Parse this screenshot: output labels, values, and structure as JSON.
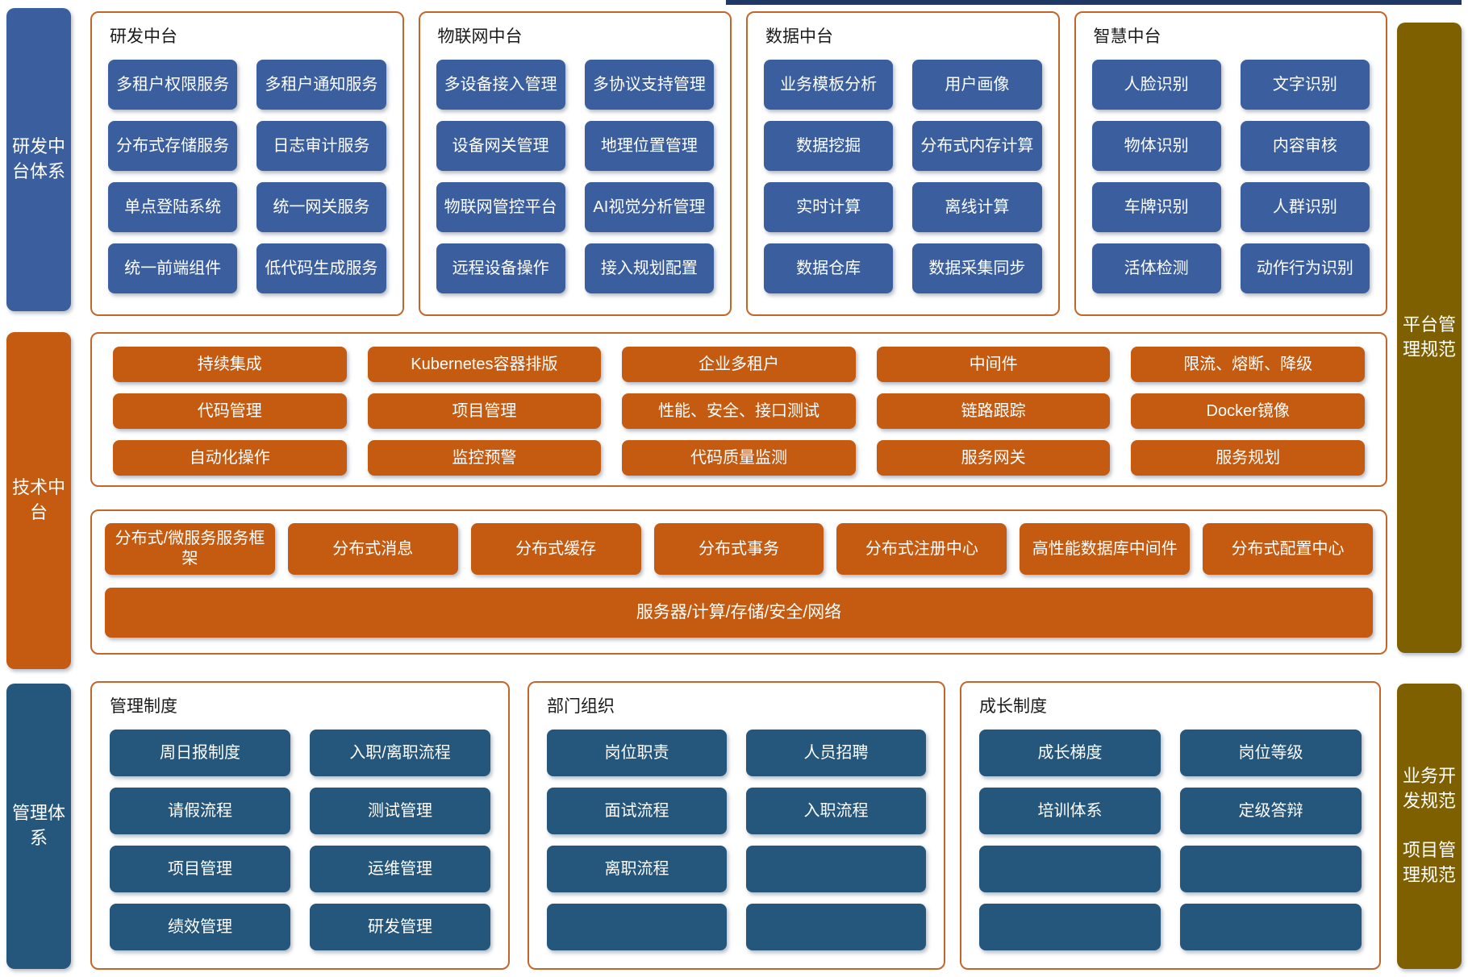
{
  "colors": {
    "blue": "#3B5F9E",
    "dark_blue": "#25567B",
    "orange": "#C55A11",
    "olive": "#7F6000",
    "navy_top_line": "#1F3864",
    "group_border": "#C4662A"
  },
  "left_rail": {
    "dev": "研发中台体系",
    "tech": "技术中台",
    "mgmt": "管理体系"
  },
  "right_rail": {
    "platform": "平台管理规范",
    "business": "业务开发规范",
    "project": "项目管理规范"
  },
  "top_groups": [
    {
      "title": "研发中台",
      "items": [
        "多租户权限服务",
        "多租户通知服务",
        "分布式存储服务",
        "日志审计服务",
        "单点登陆系统",
        "统一网关服务",
        "统一前端组件",
        "低代码生成服务"
      ]
    },
    {
      "title": "物联网中台",
      "items": [
        "多设备接入管理",
        "多协议支持管理",
        "设备网关管理",
        "地理位置管理",
        "物联网管控平台",
        "AI视觉分析管理",
        "远程设备操作",
        "接入规划配置"
      ]
    },
    {
      "title": "数据中台",
      "items": [
        "业务模板分析",
        "用户画像",
        "数据挖掘",
        "分布式内存计算",
        "实时计算",
        "离线计算",
        "数据仓库",
        "数据采集同步"
      ]
    },
    {
      "title": "智慧中台",
      "items": [
        "人脸识别",
        "文字识别",
        "物体识别",
        "内容审核",
        "车牌识别",
        "人群识别",
        "活体检测",
        "动作行为识别"
      ]
    }
  ],
  "tech_middle": {
    "grid": [
      "持续集成",
      "Kubernetes容器排版",
      "企业多租户",
      "中间件",
      "限流、熔断、降级",
      "代码管理",
      "项目管理",
      "性能、安全、接口测试",
      "链路跟踪",
      "Docker镜像",
      "自动化操作",
      "监控预警",
      "代码质量监测",
      "服务网关",
      "服务规划"
    ],
    "distributed": [
      "分布式/微服务服务框架",
      "分布式消息",
      "分布式缓存",
      "分布式事务",
      "分布式注册中心",
      "高性能数据库中间件",
      "分布式配置中心"
    ],
    "infra_bar": "服务器/计算/存储/安全/网络"
  },
  "bottom_groups": [
    {
      "title": "管理制度",
      "items": [
        "周日报制度",
        "入职/离职流程",
        "请假流程",
        "测试管理",
        "项目管理",
        "运维管理",
        "绩效管理",
        "研发管理"
      ]
    },
    {
      "title": "部门组织",
      "items": [
        "岗位职责",
        "人员招聘",
        "面试流程",
        "入职流程",
        "离职流程",
        "",
        "",
        ""
      ]
    },
    {
      "title": "成长制度",
      "items": [
        "成长梯度",
        "岗位等级",
        "培训体系",
        "定级答辩",
        "",
        "",
        "",
        ""
      ]
    }
  ]
}
